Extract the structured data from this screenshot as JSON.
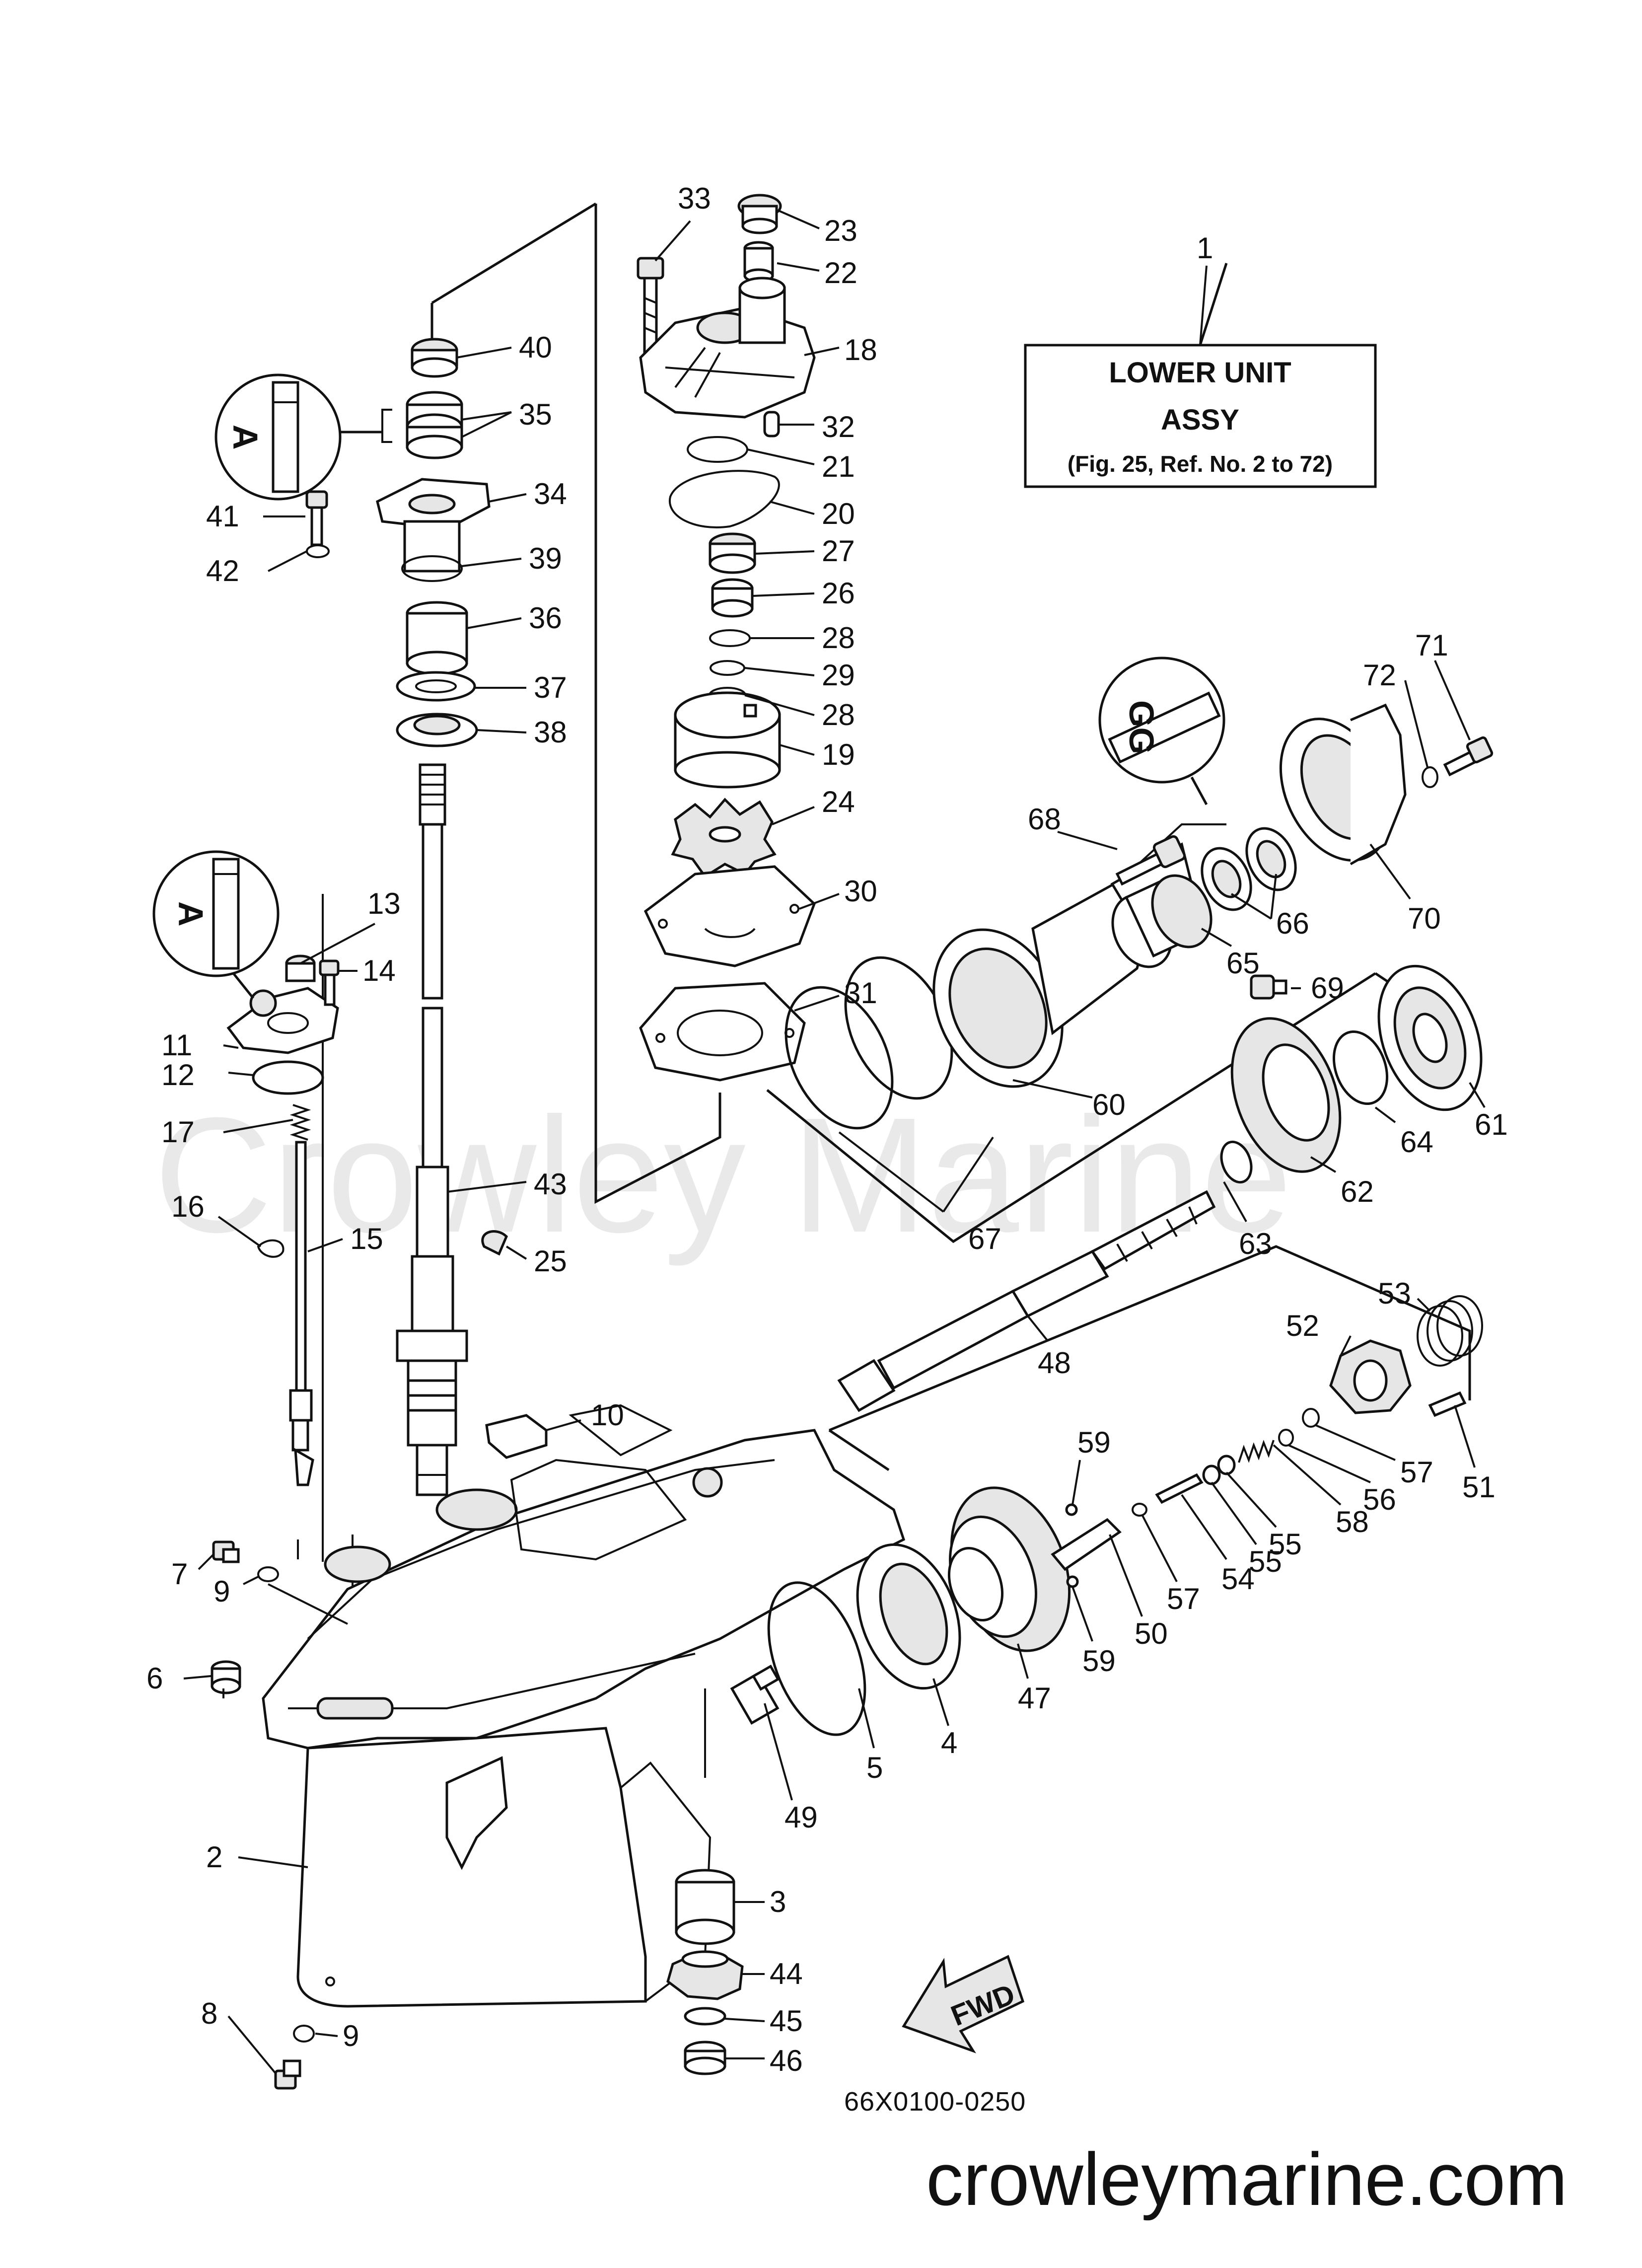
{
  "watermark": "Crowley Marine",
  "title_box": {
    "line1": "LOWER UNIT",
    "line2": "ASSY",
    "line3": "(Fig. 25, Ref. No. 2 to 72)"
  },
  "lube_marks": {
    "a": "A",
    "b": "A",
    "c": "GG"
  },
  "fwd_label": "FWD",
  "diagram_code": "66X0100-0250",
  "site_url": "crowleymarine.com",
  "callouts": {
    "c1": "1",
    "c2": "2",
    "c3": "3",
    "c4": "4",
    "c5": "5",
    "c6": "6",
    "c7": "7",
    "c8": "8",
    "c9a": "9",
    "c9b": "9",
    "c10": "10",
    "c11": "11",
    "c12": "12",
    "c13": "13",
    "c14": "14",
    "c15": "15",
    "c16": "16",
    "c17": "17",
    "c18": "18",
    "c19": "19",
    "c20": "20",
    "c21": "21",
    "c22": "22",
    "c23": "23",
    "c24": "24",
    "c25": "25",
    "c26": "26",
    "c27": "27",
    "c28a": "28",
    "c28b": "28",
    "c29": "29",
    "c30": "30",
    "c31": "31",
    "c32": "32",
    "c33": "33",
    "c34": "34",
    "c35": "35",
    "c36": "36",
    "c37": "37",
    "c38": "38",
    "c39": "39",
    "c40": "40",
    "c41": "41",
    "c42": "42",
    "c43": "43",
    "c44": "44",
    "c45": "45",
    "c46": "46",
    "c47": "47",
    "c48": "48",
    "c49": "49",
    "c50": "50",
    "c51": "51",
    "c52": "52",
    "c53": "53",
    "c54": "54",
    "c55a": "55",
    "c55b": "55",
    "c56": "56",
    "c57a": "57",
    "c57b": "57",
    "c58": "58",
    "c59a": "59",
    "c59b": "59",
    "c60": "60",
    "c61": "61",
    "c62": "62",
    "c63": "63",
    "c64": "64",
    "c65": "65",
    "c66": "66",
    "c67": "67",
    "c68": "68",
    "c69": "69",
    "c70": "70",
    "c71": "71",
    "c72": "72"
  }
}
